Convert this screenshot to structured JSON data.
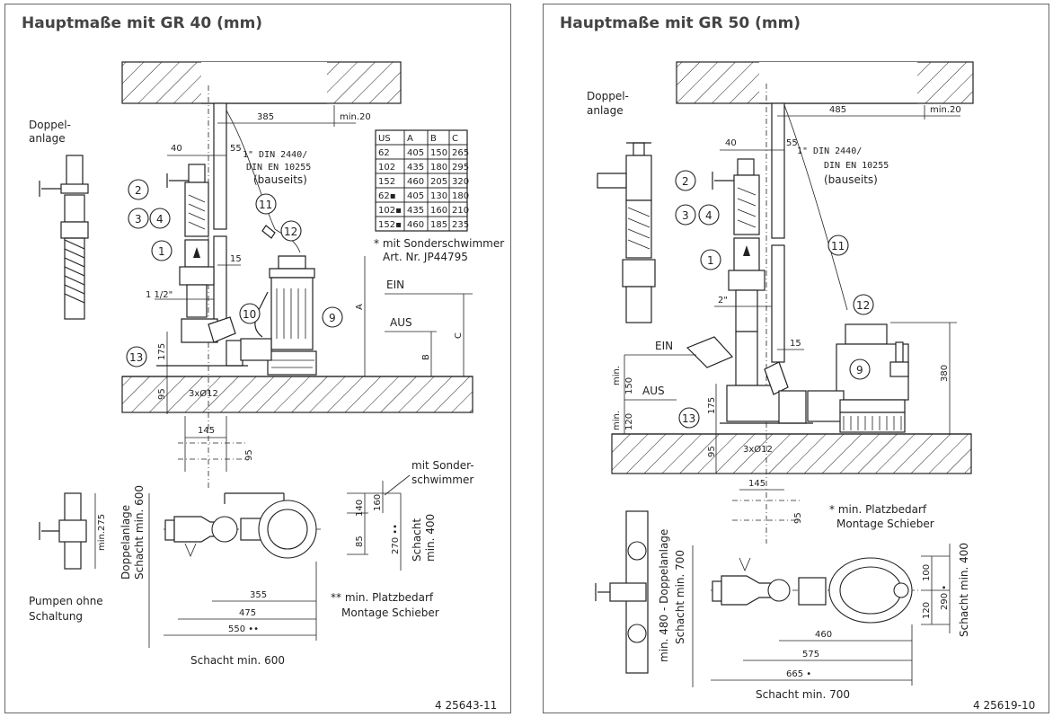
{
  "left": {
    "title": "Hauptmaße mit GR 40 (mm)",
    "drawing_no": "4 25643-11",
    "double_plant_label": [
      "Doppel-",
      "anlage"
    ],
    "pumps_label": [
      "Pumpen ohne",
      "Schaltung"
    ],
    "pipe_note": [
      "1\" DIN 2440/",
      "DIN EN 10255",
      "(bauseits)"
    ],
    "footnote_star": [
      "* mit Sonderschwimmer",
      "Art. Nr. JP44795"
    ],
    "special_float": [
      "mit Sonder-",
      "schwimmer"
    ],
    "footnote_dstar": [
      "** min. Platzbedarf",
      "Montage Schieber"
    ],
    "shaft_bottom": "Schacht min. 600",
    "shaft_vertical": [
      "Doppelanlage",
      "Schacht min. 600"
    ],
    "shaft_right": [
      "Schacht",
      "min. 400"
    ],
    "level_on": "EIN",
    "level_off": "AUS",
    "dims": {
      "d385": "385",
      "dmin20": "min.20",
      "d40": "40",
      "d55": "55",
      "d15": "15",
      "d112": "1 1/2\"",
      "d175": "175",
      "d95": "95",
      "dholes": "3xØ12",
      "d145": "145",
      "d95b": "95",
      "d160": "160",
      "d140": "140",
      "d85": "85",
      "d270": "270 ••",
      "d355": "355",
      "d475": "475",
      "d550": "550 ••",
      "dmin275": "min.275",
      "dA": "A",
      "dB": "B",
      "dC": "C"
    },
    "callouts": [
      "2",
      "3",
      "4",
      "1",
      "11",
      "12",
      "10",
      "9",
      "13"
    ],
    "table": {
      "headers": [
        "US",
        "A",
        "B",
        "C"
      ],
      "rows": [
        [
          "62",
          "405",
          "150",
          "265"
        ],
        [
          "102",
          "435",
          "180",
          "295"
        ],
        [
          "152",
          "460",
          "205",
          "320"
        ],
        [
          "62▪",
          "405",
          "130",
          "180"
        ],
        [
          "102▪",
          "435",
          "160",
          "210"
        ],
        [
          "152▪",
          "460",
          "185",
          "235"
        ]
      ]
    }
  },
  "right": {
    "title": "Hauptmaße mit GR 50 (mm)",
    "drawing_no": "4 25619-10",
    "double_plant_label": [
      "Doppel-",
      "anlage"
    ],
    "pipe_note": [
      "1\" DIN 2440/",
      "DIN EN 10255",
      "(bauseits)"
    ],
    "footnote_star": [
      "* min. Platzbedarf",
      "Montage Schieber"
    ],
    "shaft_bottom": "Schacht min. 700",
    "shaft_vertical": [
      "min. 480 - Doppelanlage",
      "Schacht min. 700"
    ],
    "shaft_right": [
      "Schacht min. 400"
    ],
    "level_on": "EIN",
    "level_off": "AUS",
    "dims": {
      "d485": "485",
      "dmin20": "min.20",
      "d40": "40",
      "d55": "55",
      "d2": "2\"",
      "d15": "15",
      "d150": "150",
      "dmin1": "min.",
      "d120": "120",
      "dmin2": "min.",
      "d175": "175",
      "d95": "95",
      "dholes": "3xØ12",
      "d145": "145",
      "d95b": "95",
      "d380": "380",
      "d100": "100",
      "d290": "290 •",
      "d120b": "120",
      "d460": "460",
      "d575": "575",
      "d665": "665 •"
    },
    "callouts": [
      "2",
      "3",
      "4",
      "1",
      "11",
      "12",
      "9",
      "13"
    ]
  }
}
